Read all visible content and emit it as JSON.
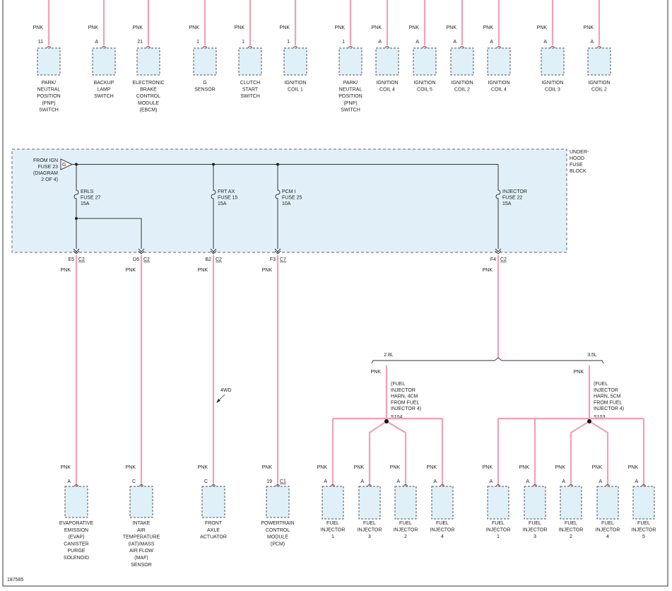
{
  "figure_id": "187585",
  "top_components": [
    {
      "wire": "PNK",
      "pin": "11",
      "label": [
        "PARK/",
        "NEUTRAL",
        "POSITION",
        "(PNP)",
        "SWITCH"
      ]
    },
    {
      "wire": "PNK",
      "pin": "A",
      "label": [
        "BACKUP",
        "LAMP",
        "SWITCH"
      ]
    },
    {
      "wire": "PNK",
      "pin": "21",
      "label": [
        "ELECTRONIC",
        "BRAKE",
        "CONTROL",
        "MODULE",
        "(EBCM)"
      ]
    },
    {
      "wire": "PNK",
      "pin": "1",
      "label": [
        "G",
        "SENSOR"
      ]
    },
    {
      "wire": "PNK",
      "pin": "1",
      "label": [
        "CLUTCH",
        "START",
        "SWITCH"
      ]
    },
    {
      "wire": "PNK",
      "pin": "1",
      "label": [
        "IGNITION",
        "COIL 1"
      ]
    },
    {
      "wire": "PNK",
      "pin": "1",
      "label": [
        "PARK/",
        "NEUTRAL",
        "POSITION",
        "(PNP)",
        "SWITCH"
      ]
    },
    {
      "wire": "PNK",
      "pin": "A",
      "label": [
        "IGNITION",
        "COIL 4"
      ]
    },
    {
      "wire": "PNK",
      "pin": "A",
      "label": [
        "IGNITION",
        "COIL 5"
      ]
    },
    {
      "wire": "PNK",
      "pin": "A",
      "label": [
        "IGNITION",
        "COIL 2"
      ]
    },
    {
      "wire": "PNK",
      "pin": "A",
      "label": [
        "IGNITION",
        "COIL 4"
      ]
    },
    {
      "wire": "PNK",
      "pin": "A",
      "label": [
        "IGNITION",
        "COIL 3"
      ]
    },
    {
      "wire": "PNK",
      "pin": "A",
      "label": [
        "IGNITION",
        "COIL 2"
      ]
    }
  ],
  "fuse_block": {
    "label": [
      "UNDER-",
      "HOOD",
      "FUSE",
      "BLOCK"
    ],
    "source": [
      "FROM IGN",
      "FUSE 23",
      "(DIAGRAM",
      "2 OF 4)"
    ],
    "source_terminal": "G",
    "fuses": [
      {
        "label": [
          "ERLS",
          "FUSE 27",
          "15A"
        ]
      },
      {
        "label": [
          "FRT AX",
          "FUSE 15",
          "15A"
        ]
      },
      {
        "label": [
          "PCM I",
          "FUSE 25",
          "10A"
        ]
      },
      {
        "label": [
          "INJECTOR",
          "FUSE 22",
          "15A"
        ]
      }
    ]
  },
  "outputs": [
    {
      "pin": "E5",
      "connector": "C2",
      "wire": "PNK"
    },
    {
      "pin": "D5",
      "connector": "C2",
      "wire": "PNK"
    },
    {
      "pin": "B2",
      "connector": "C2",
      "wire": "PNK"
    },
    {
      "pin": "F3",
      "connector": "C7",
      "wire": "PNK"
    },
    {
      "pin": "F4",
      "connector": "C2",
      "wire": "PNK"
    }
  ],
  "bottom_components": [
    {
      "wire": "PNK",
      "pin": "A",
      "connector": "",
      "label": [
        "EVAPORATIVE",
        "EMISSION",
        "(EVAP)",
        "CANISTER",
        "PURGE",
        "SOLENOID"
      ]
    },
    {
      "wire": "PNK",
      "pin": "C",
      "connector": "",
      "label": [
        "INTAKE",
        "AIR",
        "TEMPERATURE",
        "(IAT)/MASS",
        "AIR FLOW",
        "(MAF)",
        "SENSOR"
      ]
    },
    {
      "wire": "PNK",
      "pin": "C",
      "connector": "",
      "label": [
        "FRONT",
        "AXLE",
        "ACTUATOR"
      ]
    },
    {
      "wire": "PNK",
      "pin": "19",
      "connector": "C1",
      "label": [
        "POWERTRAIN",
        "CONTROL",
        "MODULE",
        "(PCM)"
      ]
    }
  ],
  "axle_note": "4WD",
  "engine_28": {
    "engine": "2.8L",
    "wire": "PNK",
    "note": [
      "(FUEL",
      "INJECTOR",
      "HARN, 4CM",
      "FROM FUEL",
      "INJECTOR 4)"
    ],
    "splice": "S104",
    "injectors": [
      {
        "wire": "PNK",
        "pin": "A",
        "label": [
          "FUEL",
          "INJECTOR",
          "1"
        ]
      },
      {
        "wire": "PNK",
        "pin": "A",
        "label": [
          "FUEL",
          "INJECTOR",
          "3"
        ]
      },
      {
        "wire": "PNK",
        "pin": "A",
        "label": [
          "FUEL",
          "INJECTOR",
          "2"
        ]
      },
      {
        "wire": "PNK",
        "pin": "A",
        "label": [
          "FUEL",
          "INJECTOR",
          "4"
        ]
      }
    ]
  },
  "engine_35": {
    "engine": "3.5L",
    "wire": "PNK",
    "note": [
      "(FUEL",
      "INJECTOR",
      "HARN, 5CM",
      "FROM FUEL",
      "INJECTOR 4)"
    ],
    "splice": "S103",
    "injectors": [
      {
        "wire": "PNK",
        "pin": "A",
        "label": [
          "FUEL",
          "INJECTOR",
          "1"
        ]
      },
      {
        "wire": "PNK",
        "pin": "A",
        "label": [
          "FUEL",
          "INJECTOR",
          "3"
        ]
      },
      {
        "wire": "PNK",
        "pin": "A",
        "label": [
          "FUEL",
          "INJECTOR",
          "2"
        ]
      },
      {
        "wire": "PNK",
        "pin": "A",
        "label": [
          "FUEL",
          "INJECTOR",
          "4"
        ]
      },
      {
        "wire": "PNK",
        "pin": "A",
        "label": [
          "FUEL",
          "INJECTOR",
          "5"
        ]
      }
    ]
  },
  "colors": {
    "wire": "#f2a0b6",
    "connector_fill": "#dff0f8",
    "fuse_block_fill": "#e1f0f8",
    "border": "#333333"
  }
}
